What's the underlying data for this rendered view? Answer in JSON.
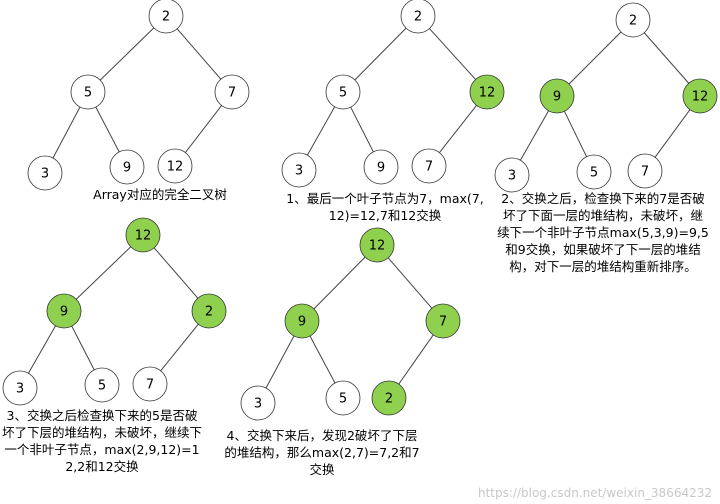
{
  "colors": {
    "highlight": "#8fd14f",
    "plain": "#ffffff",
    "stroke": "#333333",
    "edge": "#444444"
  },
  "trees": [
    {
      "name": "tree-initial",
      "nodes": [
        {
          "id": "n0",
          "label": "2",
          "hl": false
        },
        {
          "id": "n1",
          "label": "5",
          "hl": false
        },
        {
          "id": "n2",
          "label": "7",
          "hl": false
        },
        {
          "id": "n3",
          "label": "3",
          "hl": false
        },
        {
          "id": "n4",
          "label": "9",
          "hl": false
        },
        {
          "id": "n5",
          "label": "12",
          "hl": false
        }
      ],
      "edges": [
        [
          "n0",
          "n1"
        ],
        [
          "n0",
          "n2"
        ],
        [
          "n1",
          "n3"
        ],
        [
          "n1",
          "n4"
        ],
        [
          "n2",
          "n5"
        ]
      ],
      "caption": "Array对应的完全二叉树"
    },
    {
      "name": "tree-step1",
      "nodes": [
        {
          "id": "n0",
          "label": "2",
          "hl": false
        },
        {
          "id": "n1",
          "label": "5",
          "hl": false
        },
        {
          "id": "n2",
          "label": "12",
          "hl": true
        },
        {
          "id": "n3",
          "label": "3",
          "hl": false
        },
        {
          "id": "n4",
          "label": "9",
          "hl": false
        },
        {
          "id": "n5",
          "label": "7",
          "hl": false
        }
      ],
      "edges": [
        [
          "n0",
          "n1"
        ],
        [
          "n0",
          "n2"
        ],
        [
          "n1",
          "n3"
        ],
        [
          "n1",
          "n4"
        ],
        [
          "n2",
          "n5"
        ]
      ],
      "caption": "1、最后一个叶子节点为7，max(7,12)=12,7和12交换"
    },
    {
      "name": "tree-step2",
      "nodes": [
        {
          "id": "n0",
          "label": "2",
          "hl": false
        },
        {
          "id": "n1",
          "label": "9",
          "hl": true
        },
        {
          "id": "n2",
          "label": "12",
          "hl": true
        },
        {
          "id": "n3",
          "label": "3",
          "hl": false
        },
        {
          "id": "n4",
          "label": "5",
          "hl": false
        },
        {
          "id": "n5",
          "label": "7",
          "hl": false
        }
      ],
      "edges": [
        [
          "n0",
          "n1"
        ],
        [
          "n0",
          "n2"
        ],
        [
          "n1",
          "n3"
        ],
        [
          "n1",
          "n4"
        ],
        [
          "n2",
          "n5"
        ]
      ],
      "caption": "2、交换之后，检查换下来的7是否破坏了下面一层的堆结构，未破坏，继续下一个非叶子节点max(5,3,9)=9,5和9交换，如果破坏了下一层的堆结构，对下一层的堆结构重新排序。"
    },
    {
      "name": "tree-step3",
      "nodes": [
        {
          "id": "n0",
          "label": "12",
          "hl": true
        },
        {
          "id": "n1",
          "label": "9",
          "hl": true
        },
        {
          "id": "n2",
          "label": "2",
          "hl": true
        },
        {
          "id": "n3",
          "label": "3",
          "hl": false
        },
        {
          "id": "n4",
          "label": "5",
          "hl": false
        },
        {
          "id": "n5",
          "label": "7",
          "hl": false
        }
      ],
      "edges": [
        [
          "n0",
          "n1"
        ],
        [
          "n0",
          "n2"
        ],
        [
          "n1",
          "n3"
        ],
        [
          "n1",
          "n4"
        ],
        [
          "n2",
          "n5"
        ]
      ],
      "caption": "3、交换之后检查换下来的5是否破坏了下层的堆结构，未破坏，继续下一个非叶子节点，max(2,9,12)=12,2和12交换"
    },
    {
      "name": "tree-step4",
      "nodes": [
        {
          "id": "n0",
          "label": "12",
          "hl": true
        },
        {
          "id": "n1",
          "label": "9",
          "hl": true
        },
        {
          "id": "n2",
          "label": "7",
          "hl": true
        },
        {
          "id": "n3",
          "label": "3",
          "hl": false
        },
        {
          "id": "n4",
          "label": "5",
          "hl": false
        },
        {
          "id": "n5",
          "label": "2",
          "hl": true
        }
      ],
      "edges": [
        [
          "n0",
          "n1"
        ],
        [
          "n0",
          "n2"
        ],
        [
          "n1",
          "n3"
        ],
        [
          "n1",
          "n4"
        ],
        [
          "n2",
          "n5"
        ]
      ],
      "caption": "4、交换下来后，发现2破坏了下层的堆结构，那么max(2,7)=7,2和7交换"
    }
  ],
  "watermark": "https://blog.csdn.net/weixin_38664232"
}
